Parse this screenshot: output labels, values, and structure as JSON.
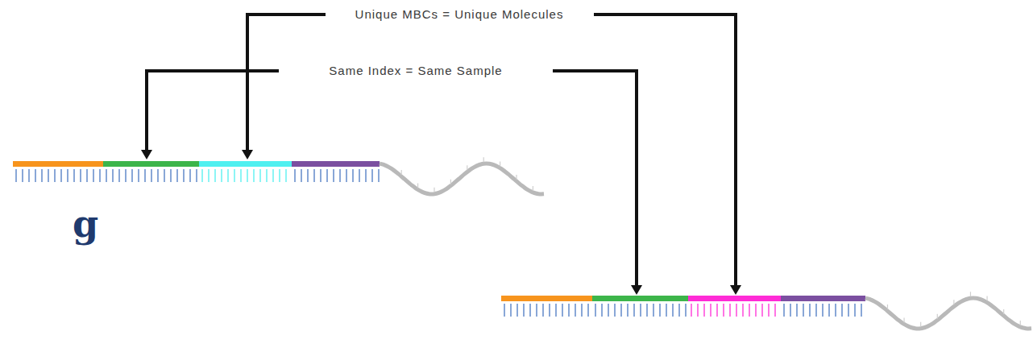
{
  "diagram": {
    "labels": [
      "Unique MBCs = Unique Molecules",
      "Same Index = Same Sample",
      "g"
    ]
  }
}
